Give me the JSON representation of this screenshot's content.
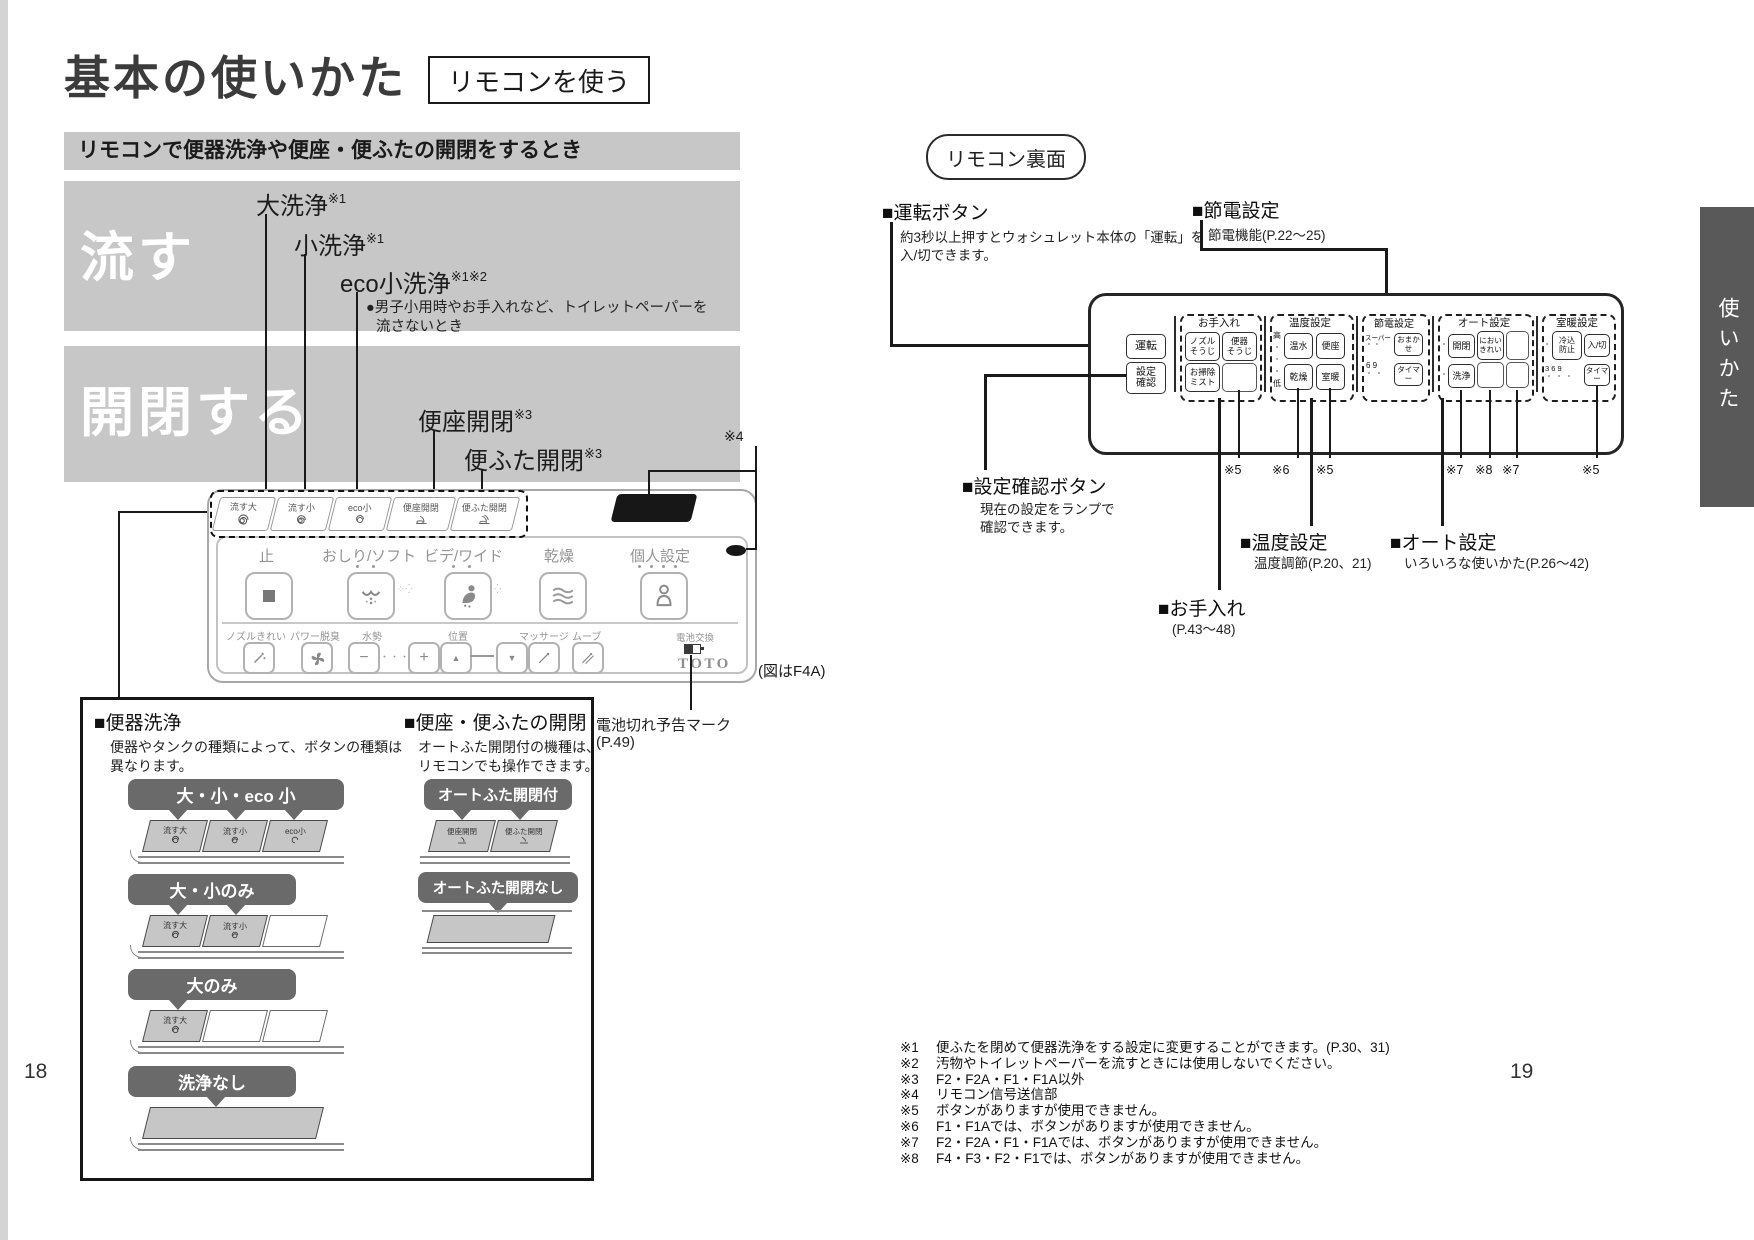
{
  "page_left": {
    "page_number": "18",
    "title": "基本の使いかた",
    "title_badge": "リモコンを使う",
    "section_bar": "リモコンで便器洗浄や便座・便ふたの開閉をするとき",
    "flush_group_label": "流す",
    "openclose_group_label": "開閉する",
    "labels": {
      "big_flush": "大洗浄",
      "big_flush_note": "※1",
      "small_flush": "小洗浄",
      "small_flush_note": "※1",
      "eco_flush": "eco小洗浄",
      "eco_flush_note": "※1※2",
      "eco_bullet_1": "●男子小用時やお手入れなど、トイレットペーパーを",
      "eco_bullet_2": "流さないとき",
      "seat_open": "便座開閉",
      "seat_open_note": "※3",
      "lid_open": "便ふた開閉",
      "lid_open_note": "※3"
    },
    "remote_front": {
      "flush_buttons": [
        "流す大",
        "流す小",
        "eco小",
        "便座開閉",
        "便ふた開閉"
      ],
      "ir_note": "※4",
      "main_labels": [
        "止",
        "おしり/ソフト",
        "ビデ/ワイド",
        "乾燥",
        "個人設定"
      ],
      "bottom_labels": [
        "ノズルきれい",
        "パワー脱臭",
        "水勢",
        "位置",
        "マッサージ",
        "ムーブ"
      ],
      "minus": "−",
      "plus": "+",
      "up": "▲",
      "down": "▼",
      "battery_label": "電池交換",
      "brand": "TOTO",
      "figure_note": "(図はF4A)"
    },
    "battery_warning_1": "電池切れ予告マーク",
    "battery_warning_2": "(P.49)",
    "variants_box": {
      "left_heading": "■便器洗浄",
      "left_desc_1": "便器やタンクの種類によって、ボタンの種類は",
      "left_desc_2": "異なります。",
      "left_variants": [
        "大・小・eco 小",
        "大・小のみ",
        "大のみ",
        "洗浄なし"
      ],
      "right_heading": "■便座・便ふたの開閉",
      "right_desc_1": "オートふた開閉付の機種は、",
      "right_desc_2": "リモコンでも操作できます。",
      "right_variants": [
        "オートふた開閉付",
        "オートふた開閉なし"
      ],
      "mini_buttons": {
        "big": "流す大",
        "small": "流す小",
        "eco": "eco小",
        "seat": "便座開閉",
        "lid": "便ふた開閉"
      }
    }
  },
  "page_right": {
    "page_number": "19",
    "badge": "リモコン裏面",
    "ann_unten_title": "■運転ボタン",
    "ann_unten_desc_1": "約3秒以上押すとウォシュレット本体の「運転」を",
    "ann_unten_desc_2": "入/切できます。",
    "ann_setsuden_title": "■節電設定",
    "ann_setsuden_desc": "節電機能(P.22〜25)",
    "ann_kakunin_title": "■設定確認ボタン",
    "ann_kakunin_desc_1": "現在の設定をランプで",
    "ann_kakunin_desc_2": "確認できます。",
    "ann_ondo_title": "■温度設定",
    "ann_ondo_desc": "温度調節(P.20、21)",
    "ann_auto_title": "■オート設定",
    "ann_auto_desc": "いろいろな使いかた(P.26〜42)",
    "ann_oteire_title": "■お手入れ",
    "ann_oteire_desc": "(P.43〜48)",
    "remote_back": {
      "power_button": "運転",
      "confirm_button": "設定\n確認",
      "care_label": "お手入れ",
      "care_b1": "ノズル\nそうじ",
      "care_b2": "便器\nそうじ",
      "care_b3": "お掃除\nミスト",
      "temp_label": "温度設定",
      "temp_high": "高",
      "temp_low": "低",
      "temp_b1": "温水",
      "temp_b2": "便座",
      "temp_b3": "乾燥",
      "temp_b4": "室暖",
      "eco_label": "節電設定",
      "eco_r1": "スーパー",
      "eco_r2": "6 9",
      "eco_b1": "おまかせ",
      "eco_b2": "タイマー",
      "auto_label": "オート設定",
      "auto_b1": "開閉",
      "auto_b2": "におい\nきれい",
      "auto_b3": "洗浄",
      "room_label": "室暖設定",
      "room_r2": "3 6 9",
      "room_b1": "冷込\n防止",
      "room_b2": "入/切",
      "room_b3": "タイマー",
      "markers": [
        "※5",
        "※6",
        "※5",
        "※7",
        "※8",
        "※7",
        "※5"
      ]
    },
    "footnotes": [
      {
        "mark": "※1",
        "text": "便ふたを閉めて便器洗浄をする設定に変更することができます。(P.30、31)"
      },
      {
        "mark": "※2",
        "text": "汚物やトイレットペーパーを流すときには使用しないでください。"
      },
      {
        "mark": "※3",
        "text": "F2・F2A・F1・F1A以外"
      },
      {
        "mark": "※4",
        "text": "リモコン信号送信部"
      },
      {
        "mark": "※5",
        "text": "ボタンがありますが使用できません。"
      },
      {
        "mark": "※6",
        "text": "F1・F1Aでは、ボタンがありますが使用できません。"
      },
      {
        "mark": "※7",
        "text": "F2・F2A・F1・F1Aでは、ボタンがありますが使用できません。"
      },
      {
        "mark": "※8",
        "text": "F4・F3・F2・F1では、ボタンがありますが使用できません。"
      }
    ],
    "sidebar_tab": "使いかた"
  }
}
